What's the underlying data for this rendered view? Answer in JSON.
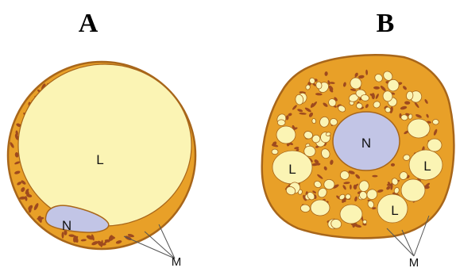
{
  "panels": [
    {
      "letter": "A",
      "labels": {
        "lipid": "L",
        "nucleus": "N",
        "mitochondria": "M"
      }
    },
    {
      "letter": "B",
      "labels": {
        "nucleus": "N",
        "lipid": "L",
        "mitochondria": "M"
      }
    }
  ],
  "colors": {
    "cytoplasm": "#E8A028",
    "membrane": "#A8661A",
    "lipid": "#FBF4B4",
    "nucleus": "#C2C5E6",
    "mitochondria": "#9E4A1E"
  }
}
